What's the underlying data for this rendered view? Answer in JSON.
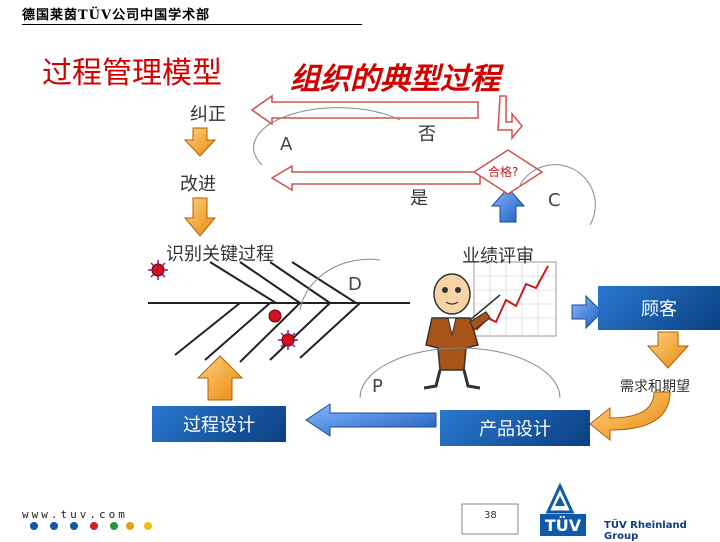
{
  "header": {
    "company": "德国莱茵TÜV公司中国学术部"
  },
  "title": {
    "main": "过程管理模型",
    "sub": "组织的典型过程"
  },
  "labels": {
    "correct": "纠正",
    "improve": "改进",
    "identify": "识别关键过程",
    "no": "否",
    "yes": "是",
    "qualified": "合格?",
    "review": "业绩评审",
    "needs": "需求和期望"
  },
  "pdca": {
    "a": "A",
    "c": "C",
    "d": "D",
    "p": "P"
  },
  "boxes": {
    "customer": "顾客",
    "process_design": "过程设计",
    "product_design": "产品设计"
  },
  "footer": {
    "website": "www.tuv.com",
    "page_number": "38",
    "logo_text": "TÜV",
    "group_name": "TÜV Rheinland Group"
  },
  "colors": {
    "red": "#d40000",
    "box_blue": "#0f5aa8",
    "arrow_blue": "#2c6cc0",
    "arrow_orange": "#f0a030",
    "dot_colors": [
      "#0f5aa8",
      "#0f5aa8",
      "#0f5aa8",
      "#d42020",
      "#1a9a3a",
      "#e8a010",
      "#e8c010"
    ]
  }
}
